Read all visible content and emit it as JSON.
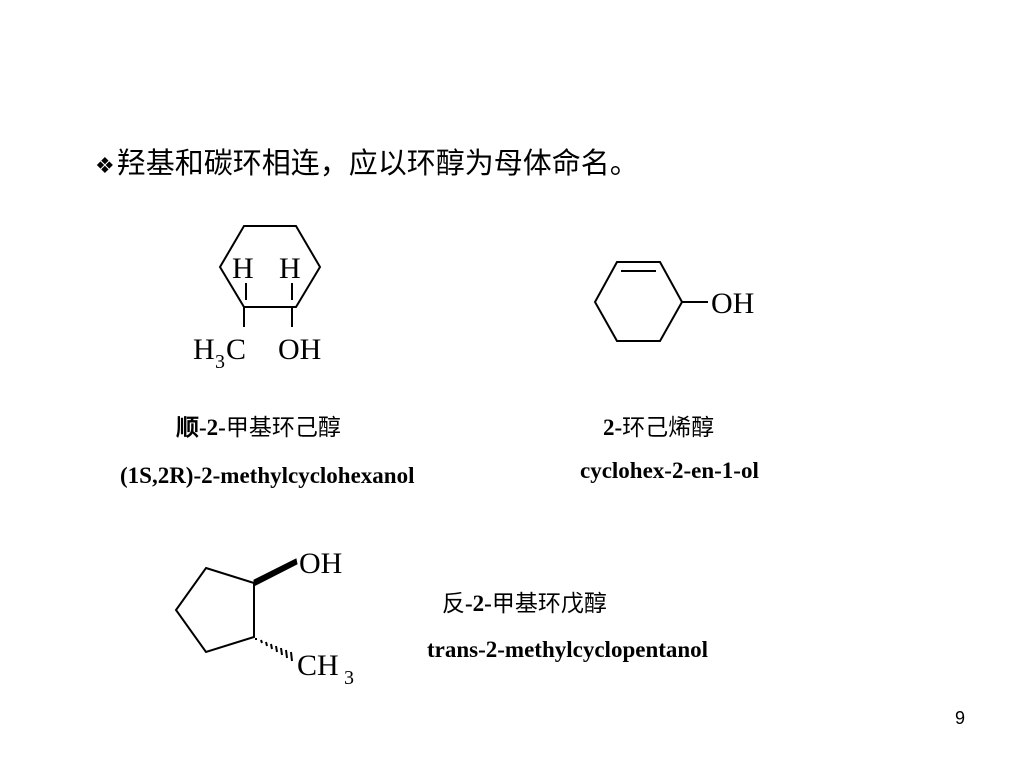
{
  "heading": {
    "bullet": "❖",
    "text": "羟基和碳环相连，应以环醇为母体命名。"
  },
  "compound1": {
    "atom_labels": {
      "h_left": "H",
      "h_right": "H",
      "ch3_left": "H",
      "ch3_sub": "3",
      "ch3_right": "C",
      "oh": "OH"
    },
    "name_cn_prefix": "顺-2-",
    "name_cn_rest": "甲基环己醇",
    "name_en": "(1S,2R)-2-methylcyclohexanol"
  },
  "compound2": {
    "atom_labels": {
      "oh": "OH"
    },
    "name_cn_prefix": "2-",
    "name_cn_rest": "环己烯醇",
    "name_en": "cyclohex-2-en-1-ol"
  },
  "compound3": {
    "atom_labels": {
      "oh": "OH",
      "ch3_main": "CH",
      "ch3_sub": "3"
    },
    "name_cn_prefix_a": "反",
    "name_cn_prefix_b": "-2-",
    "name_cn_rest": "甲基环戊醇",
    "name_en": "trans-2-methylcyclopentanol"
  },
  "page_number": "9"
}
